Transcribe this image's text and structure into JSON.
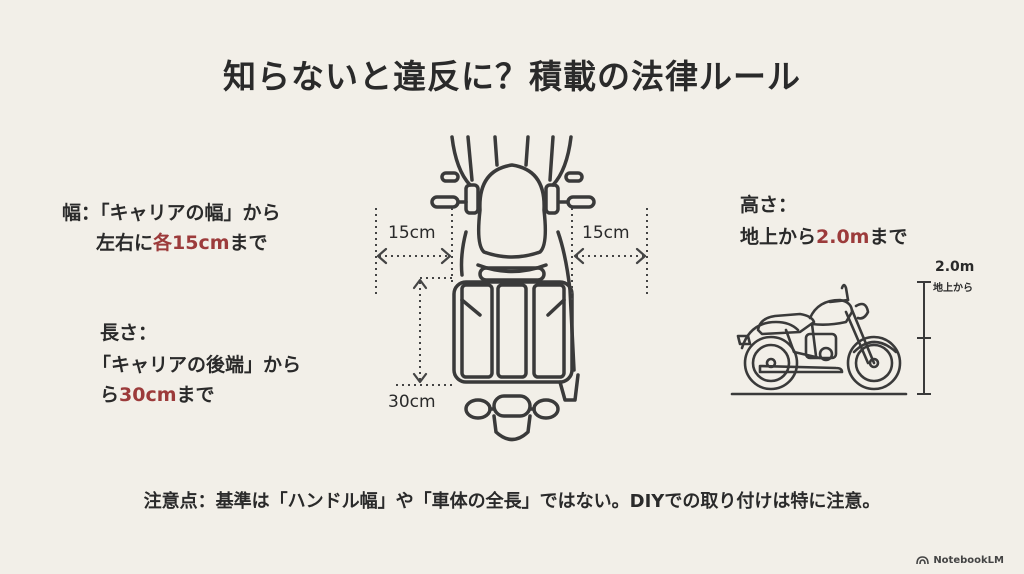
{
  "slide": {
    "title": "知らないと違反に？積載の法律ルール",
    "width_rule": {
      "line1": "幅：「キャリアの幅」から",
      "line2_prefix": "左右に",
      "line2_highlight": "各15cm",
      "line2_suffix": "まで"
    },
    "length_rule": {
      "line1": "長さ：",
      "line2": "「キャリアの後端」から",
      "line3_prefix": "ら",
      "line3_highlight": "30cm",
      "line3_suffix": "まで"
    },
    "height_rule": {
      "line1": "高さ：",
      "line2_prefix": "地上から",
      "line2_highlight": "2.0m",
      "line2_suffix": "まで"
    },
    "top_view_diagram": {
      "left_width_label": "15cm",
      "right_width_label": "15cm",
      "length_label": "30cm"
    },
    "side_view_diagram": {
      "height_label": "2.0m",
      "height_sublabel": "地上から"
    },
    "note": "注意点：基準は「ハンドル幅」や「車体の全長」ではない。DIYでの取り付けは特に注意。",
    "footer": {
      "brand": "NotebookLM",
      "icon": "notebooklm-logo-icon"
    },
    "colors": {
      "background": "#f2efe8",
      "text": "#2a2a2a",
      "highlight": "#9c3b3b"
    }
  }
}
